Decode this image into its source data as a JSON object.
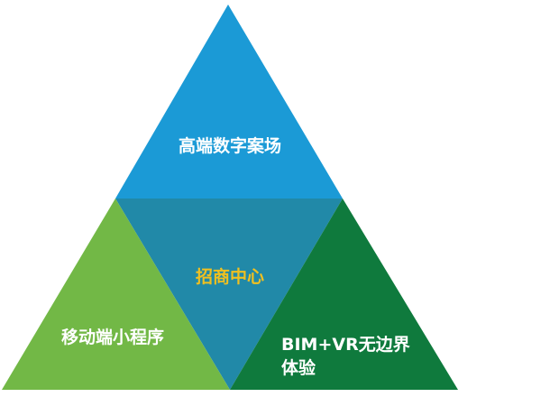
{
  "diagram": {
    "top": {
      "label": "高端数字案场",
      "color": "#1b9ad6",
      "text_color": "#ffffff"
    },
    "center": {
      "label": "招商中心",
      "color": "#2189a8",
      "text_color": "#f0c020"
    },
    "left": {
      "label": "移动端小程序",
      "color": "#72b846",
      "text_color": "#ffffff"
    },
    "right": {
      "label_line1": "BIM+VR无边界",
      "label_line2": "体验",
      "color": "#0f7a3d",
      "text_color": "#ffffff"
    }
  }
}
